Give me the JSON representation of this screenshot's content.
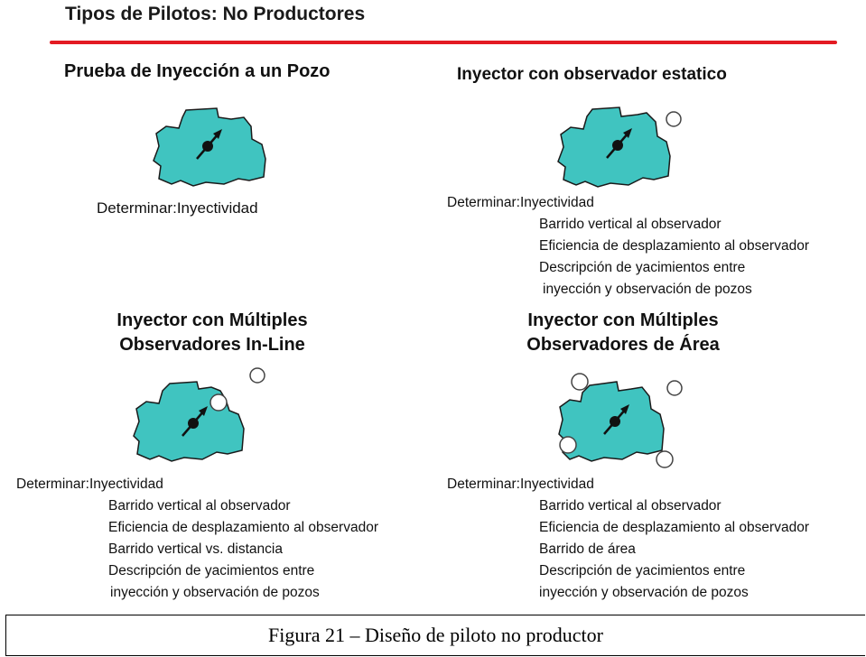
{
  "title": "Tipos de Pilotos: No Productores",
  "colors": {
    "rule": "#e31b23",
    "reservoir": "#40c4c0",
    "outline": "#1a1a1a"
  },
  "panels": [
    {
      "heading": "Prueba de Inyección a un Pozo",
      "determine_label": "Determinar:",
      "items": [
        "Inyectividad"
      ]
    },
    {
      "heading": "Inyector con observador estatico",
      "determine_label": "Determinar:",
      "items": [
        "Inyectividad",
        "Barrido vertical al observador",
        "Eficiencia de desplazamiento al observador",
        "Descripción de yacimientos entre",
        "inyección y observación de pozos"
      ]
    },
    {
      "heading_lines": [
        "Inyector con Múltiples",
        "Observadores In-Line"
      ],
      "determine_label": "Determinar:",
      "items": [
        "Inyectividad",
        "Barrido vertical al observador",
        "Eficiencia de desplazamiento al observador",
        "Barrido vertical vs. distancia",
        "Descripción de yacimientos entre",
        "inyección y observación de pozos"
      ]
    },
    {
      "heading_lines": [
        "Inyector con Múltiples",
        "Observadores de Área"
      ],
      "determine_label": "Determinar:",
      "items": [
        "Inyectividad",
        "Barrido vertical al observador",
        "Eficiencia de desplazamiento al observador",
        "Barrido de área",
        "Descripción de yacimientos entre",
        "inyección y observación de pozos"
      ]
    }
  ],
  "caption": "Figura 21 – Diseño de piloto no productor"
}
